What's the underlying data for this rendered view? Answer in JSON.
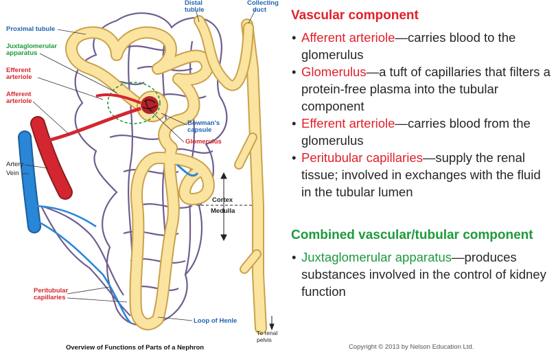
{
  "diagram": {
    "labels": {
      "distal_tubule": [
        "Distal",
        "tubule"
      ],
      "collecting_duct": [
        "Collecting",
        "duct"
      ],
      "proximal_tubule": "Proximal tubule",
      "juxtaglomerular_apparatus": [
        "Juxtaglomerular",
        "apparatus"
      ],
      "efferent_arteriole": [
        "Efferent",
        "arteriole"
      ],
      "afferent_arteriole": [
        "Afferent",
        "arteriole"
      ],
      "bowmans_capsule": [
        "Bowman's",
        "capsule"
      ],
      "glomerulus": "Glomerulus",
      "artery": "Artery",
      "vein": "Vein",
      "cortex": "Cortex",
      "medulla": "Medulla",
      "peritubular_capillaries": [
        "Peritubular",
        "capillaries"
      ],
      "loop_of_henle": "Loop of Henle",
      "to_renal_pelvis": [
        "To renal",
        "pelvis"
      ]
    },
    "caption": "Overview of Functions of Parts of a Nephron"
  },
  "colors": {
    "tubule_fill": "#fbe3a0",
    "tubule_stroke": "#c9a24a",
    "capillary": "#6f5d8e",
    "artery": "#d42630",
    "vein": "#2a86d6",
    "label_blue": "#1f63b3",
    "label_green": "#1e9a3c",
    "label_red": "#d42630",
    "heading_red": "#e0202a"
  },
  "text_panel": {
    "vascular_heading": "Vascular component",
    "vascular_items": [
      {
        "term": "Afferent arteriole",
        "desc": "—carries blood to the glomerulus"
      },
      {
        "term": "Glomerulus",
        "desc": "—a tuft of capillaries that filters a protein-free plasma into the tubular component"
      },
      {
        "term": "Efferent arteriole",
        "desc": "—carries blood from the glomerulus"
      },
      {
        "term": "Peritubular capillaries",
        "desc": "—supply the renal tissue; involved in exchanges with the fluid in the tubular lumen"
      }
    ],
    "combined_heading": "Combined vascular/tubular component",
    "combined_items": [
      {
        "term": "Juxtaglomerular apparatus",
        "desc": "—produces substances involved in the control of kidney function"
      }
    ],
    "copyright": "Copyright © 2013 by Nelson Education Ltd."
  }
}
